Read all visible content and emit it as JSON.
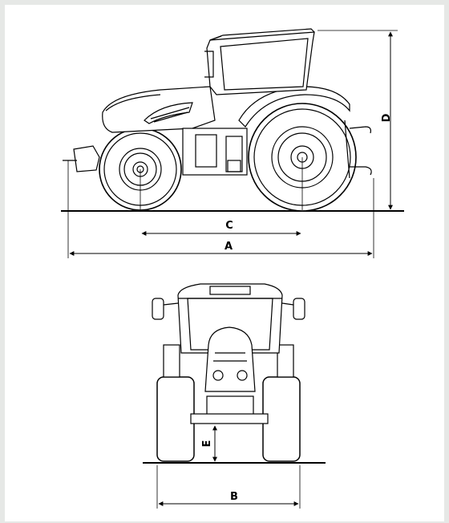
{
  "dimensions": {
    "A": "A",
    "B": "B",
    "C": "C",
    "D": "D",
    "E": "E"
  },
  "colors": {
    "background": "#e6e8e6",
    "panel": "#ffffff",
    "line": "#000000"
  }
}
